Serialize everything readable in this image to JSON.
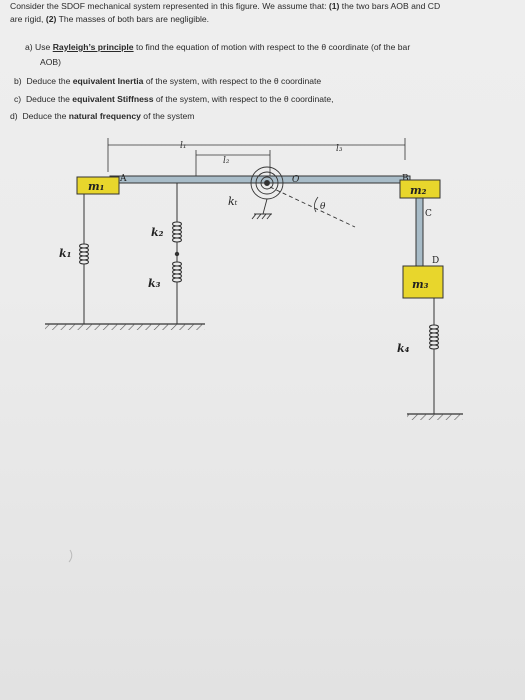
{
  "intro": {
    "line1_pre": "Consider the SDOF mechanical system represented in this figure. We assume that: ",
    "line1_bold": "(1)",
    "line1_post": " the two bars AOB and CD",
    "line2_pre": "are rigid, ",
    "line2_bold": "(2)",
    "line2_post": " The masses of both bars are negligible."
  },
  "questions": {
    "a": {
      "marker": "a)",
      "pre": "Use ",
      "link": "Rayleigh’s principle",
      "post": " to find the equation of motion with respect to the θ coordinate (of the bar",
      "cont": "AOB)"
    },
    "b": {
      "marker": "b)",
      "pre": "Deduce the ",
      "bold": "equivalent Inertia",
      "post": " of the system, with respect to the θ coordinate"
    },
    "c": {
      "marker": "c)",
      "pre": "Deduce the ",
      "bold": "equivalent Stiffness",
      "post": " of the system, with respect to the θ coordinate,"
    },
    "d": {
      "marker": "d)",
      "pre": "Deduce the ",
      "bold": "natural frequency",
      "post": " of the system"
    }
  },
  "figure": {
    "dim_l1": "l₁",
    "dim_l2": "l₂",
    "dim_l3": "l₃",
    "label_m1": "m₁",
    "label_m2": "m₂",
    "label_m3": "m₃",
    "label_k1": "k₁",
    "label_k2": "k₂",
    "label_k3": "k₃",
    "label_k4": "k₄",
    "label_kt": "kₜ",
    "label_A": "A",
    "label_B": "B",
    "label_C": "C",
    "label_D": "D",
    "label_O": "O",
    "label_theta": "θ",
    "mass_color": "#e8d62c",
    "bar_color": "#a8bcc8"
  }
}
